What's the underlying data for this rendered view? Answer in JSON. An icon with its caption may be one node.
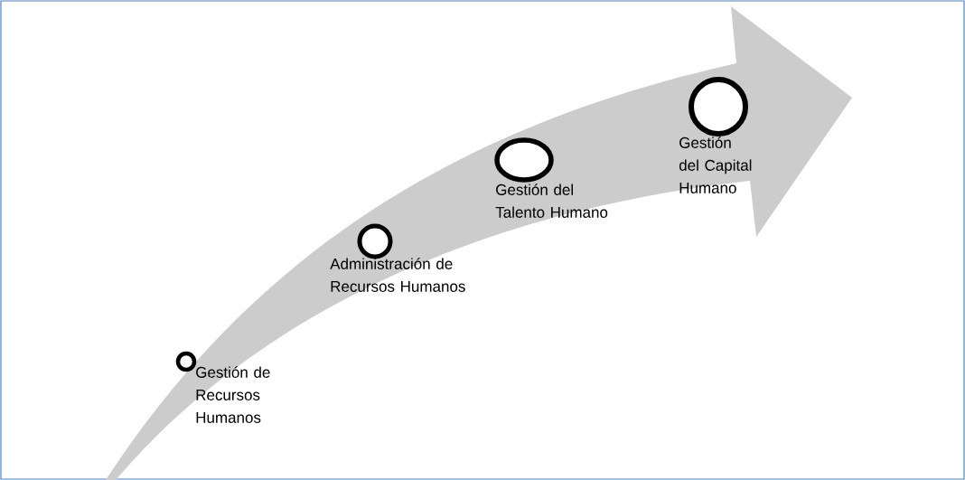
{
  "diagram": {
    "nodes": [
      {
        "text": [],
        "shape": "circle",
        "beside": [
          "Gestión de Recursos Humanos"
        ]
      },
      {
        "text": [],
        "shape": "circle",
        "beside": [
          "Administración de Recursos Humanos"
        ]
      },
      {
        "text": [],
        "shape": "circle",
        "beside": [
          "Gestión del Talento Humano"
        ]
      },
      {
        "text": [],
        "shape": "circle",
        "beside": [
          "Gestión del Capital Humano"
        ]
      }
    ]
  }
}
